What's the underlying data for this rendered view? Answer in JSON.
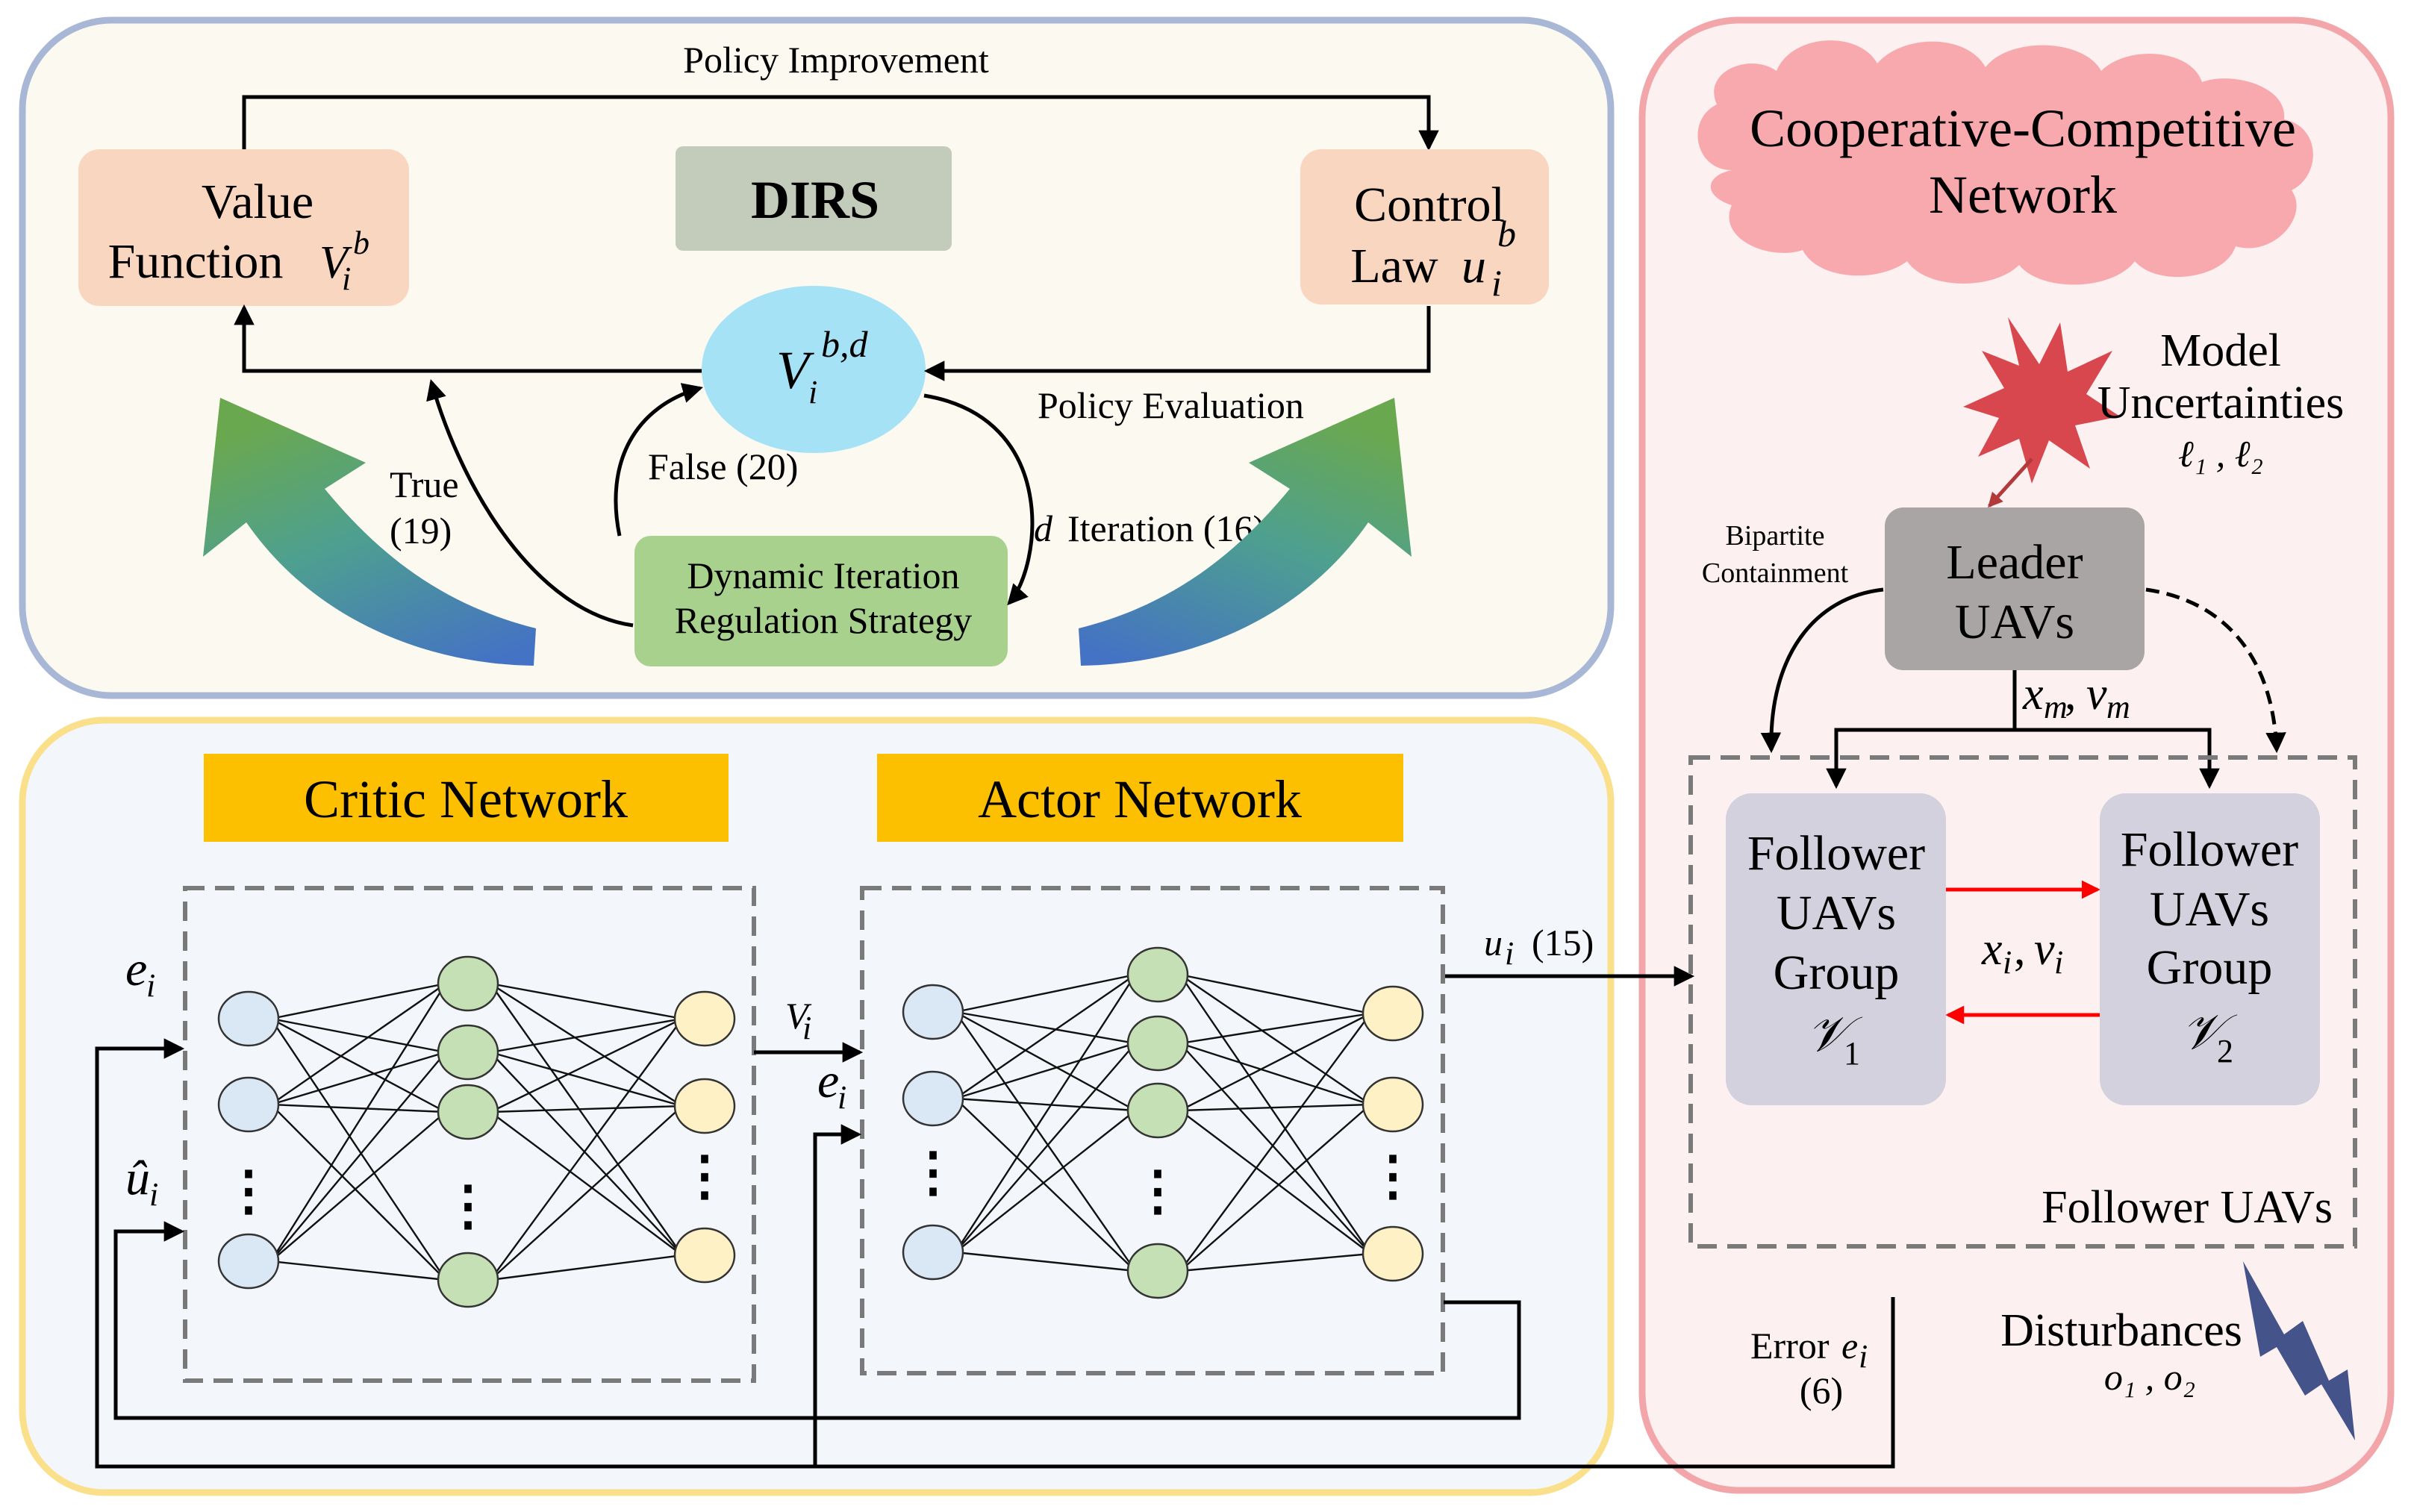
{
  "dirs_panel": {
    "badge": "DIRS",
    "policy_improvement": "Policy Improvement",
    "policy_evaluation": "Policy Evaluation",
    "value_function": {
      "line1": "Value",
      "line2": "Function",
      "symbol": "V",
      "sup": "b",
      "sub": "i"
    },
    "control_law": {
      "line1": "Control",
      "line2": "Law",
      "symbol": "u",
      "sup": "b",
      "sub": "i"
    },
    "center_value": {
      "symbol": "V",
      "sup": "b,d",
      "sub": "i"
    },
    "true_label": "True",
    "true_eq": "(19)",
    "false_label": "False (20)",
    "d_iteration": {
      "d": "d",
      "text": "Iteration (16)"
    },
    "dirs_box": {
      "line1": "Dynamic Iteration",
      "line2": "Regulation Strategy"
    }
  },
  "network_panel": {
    "critic_label": "Critic Network",
    "actor_label": "Actor Network",
    "e_input": {
      "symbol": "e",
      "sub": "i"
    },
    "u_hat_input": {
      "symbol": "û",
      "sub": "i"
    },
    "v_output": {
      "symbol": "V",
      "sub": "i"
    },
    "e_actor_input": {
      "symbol": "e",
      "sub": "i"
    },
    "u_output": {
      "symbol": "u",
      "sub": "i",
      "eq": "(15)"
    },
    "dots": "⋮"
  },
  "uav_panel": {
    "cloud_title": {
      "line1": "Cooperative-Competitive",
      "line2": "Network"
    },
    "model_uncertainties": {
      "line1": "Model",
      "line2": "Uncertainties",
      "symbols": "ℓ₁ , ℓ₂"
    },
    "bipartite": {
      "line1": "Bipartite",
      "line2": "Containment"
    },
    "leader": {
      "line1": "Leader",
      "line2": "UAVs"
    },
    "leader_state": {
      "x": "x",
      "x_sub": "m",
      "sep": ", ",
      "v": "v",
      "v_sub": "m"
    },
    "follower_group_1": {
      "line1": "Follower",
      "line2": "UAVs",
      "line3": "Group",
      "symbol": "𝒱",
      "sub": "1"
    },
    "follower_group_2": {
      "line1": "Follower",
      "line2": "UAVs",
      "line3": "Group",
      "symbol": "𝒱",
      "sub": "2"
    },
    "follower_state": {
      "x": "x",
      "x_sub": "i",
      "sep": ", ",
      "v": "v",
      "v_sub": "i"
    },
    "follower_uavs": "Follower UAVs",
    "error": {
      "label": "Error",
      "symbol": "e",
      "sub": "i",
      "eq": "(6)"
    },
    "disturbances": {
      "label": "Disturbances",
      "symbols": "o₁ , o₂"
    }
  },
  "colors": {
    "dirs_panel_bg": "#fcf9f1",
    "dirs_panel_border": "#a9b7d6",
    "network_panel_bg": "#f3f6fa",
    "network_panel_border": "#fbe08c",
    "uav_panel_bg": "#fdf0f0",
    "uav_panel_border": "#f2a6aa",
    "orange_box": "#f9d6bf",
    "badge": "#c3ccba",
    "ellipse": "#a6e2f6",
    "green_box": "#a9d18e",
    "header": "#fcc000",
    "cloud": "#f8a9ad",
    "uav_box_leader": "#a9a5a5",
    "uav_box_follower": "#d3d1dd",
    "node_blue": "#dae7f5",
    "node_green": "#c5e0b4",
    "node_yellow": "#fff1c6",
    "red_arrow": "#ff0000"
  }
}
